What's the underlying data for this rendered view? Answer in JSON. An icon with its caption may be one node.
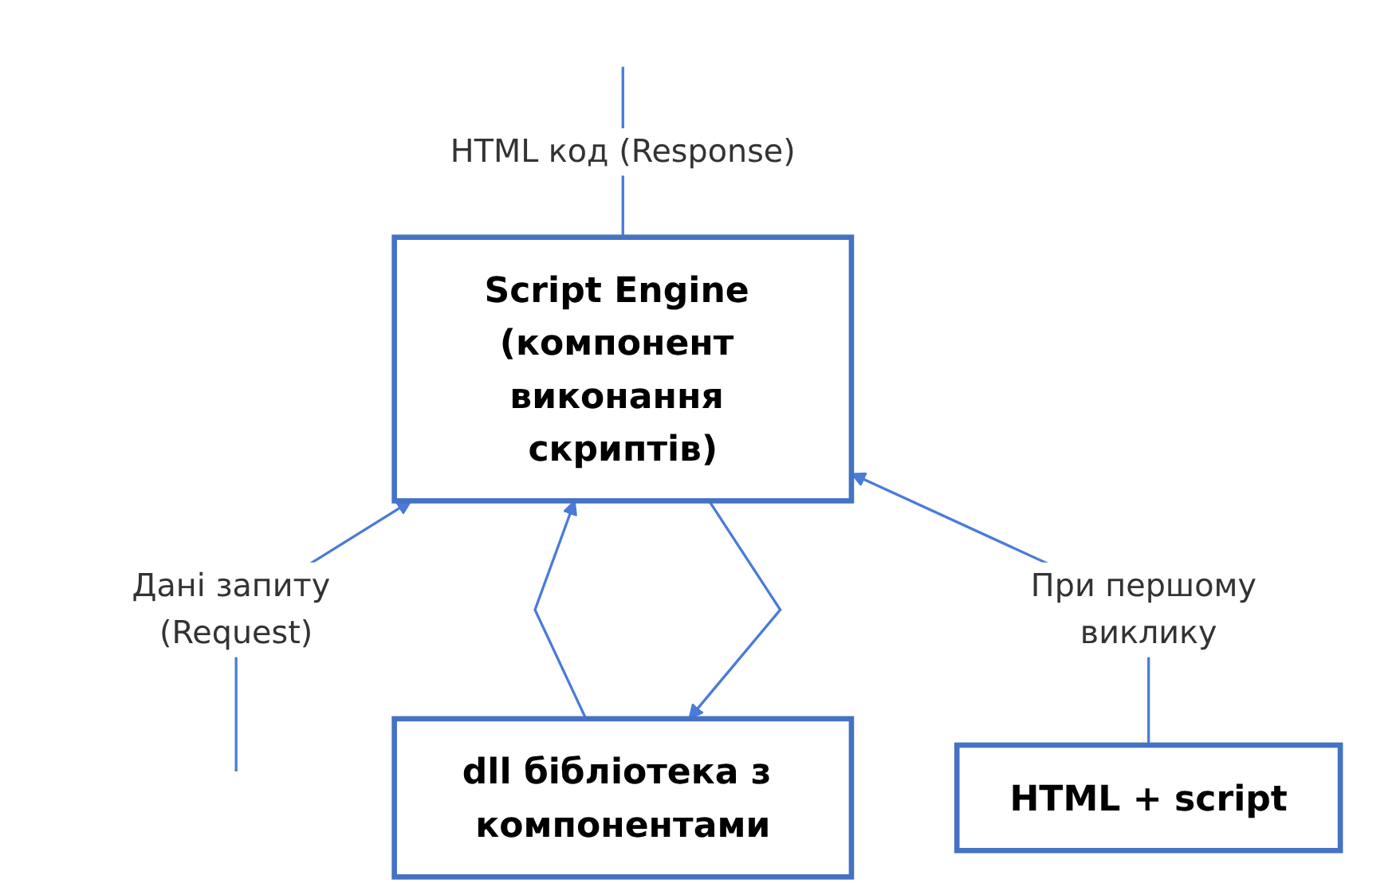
{
  "diagram": {
    "nodes": [
      {
        "text": [
          "dll бібліотека з компонентами"
        ]
      },
      {
        "text": [
          "Script Engine (компонент виконання скриптів)"
        ]
      },
      {
        "text": [
          "HTML + script"
        ]
      }
    ],
    "edges": [
      {
        "from": 1,
        "to": 0,
        "arrow": "to"
      },
      {
        "from": 0,
        "to": 1,
        "arrow": "to"
      },
      {
        "from": null,
        "to": 1,
        "label": "Дані запиту (Request)",
        "arrow": "to"
      },
      {
        "from": 1,
        "to": null,
        "label": "HTML код (Response)",
        "arrow": "none"
      },
      {
        "from": 2,
        "to": 1,
        "label": "При першому виклику",
        "arrow": "to"
      }
    ]
  }
}
